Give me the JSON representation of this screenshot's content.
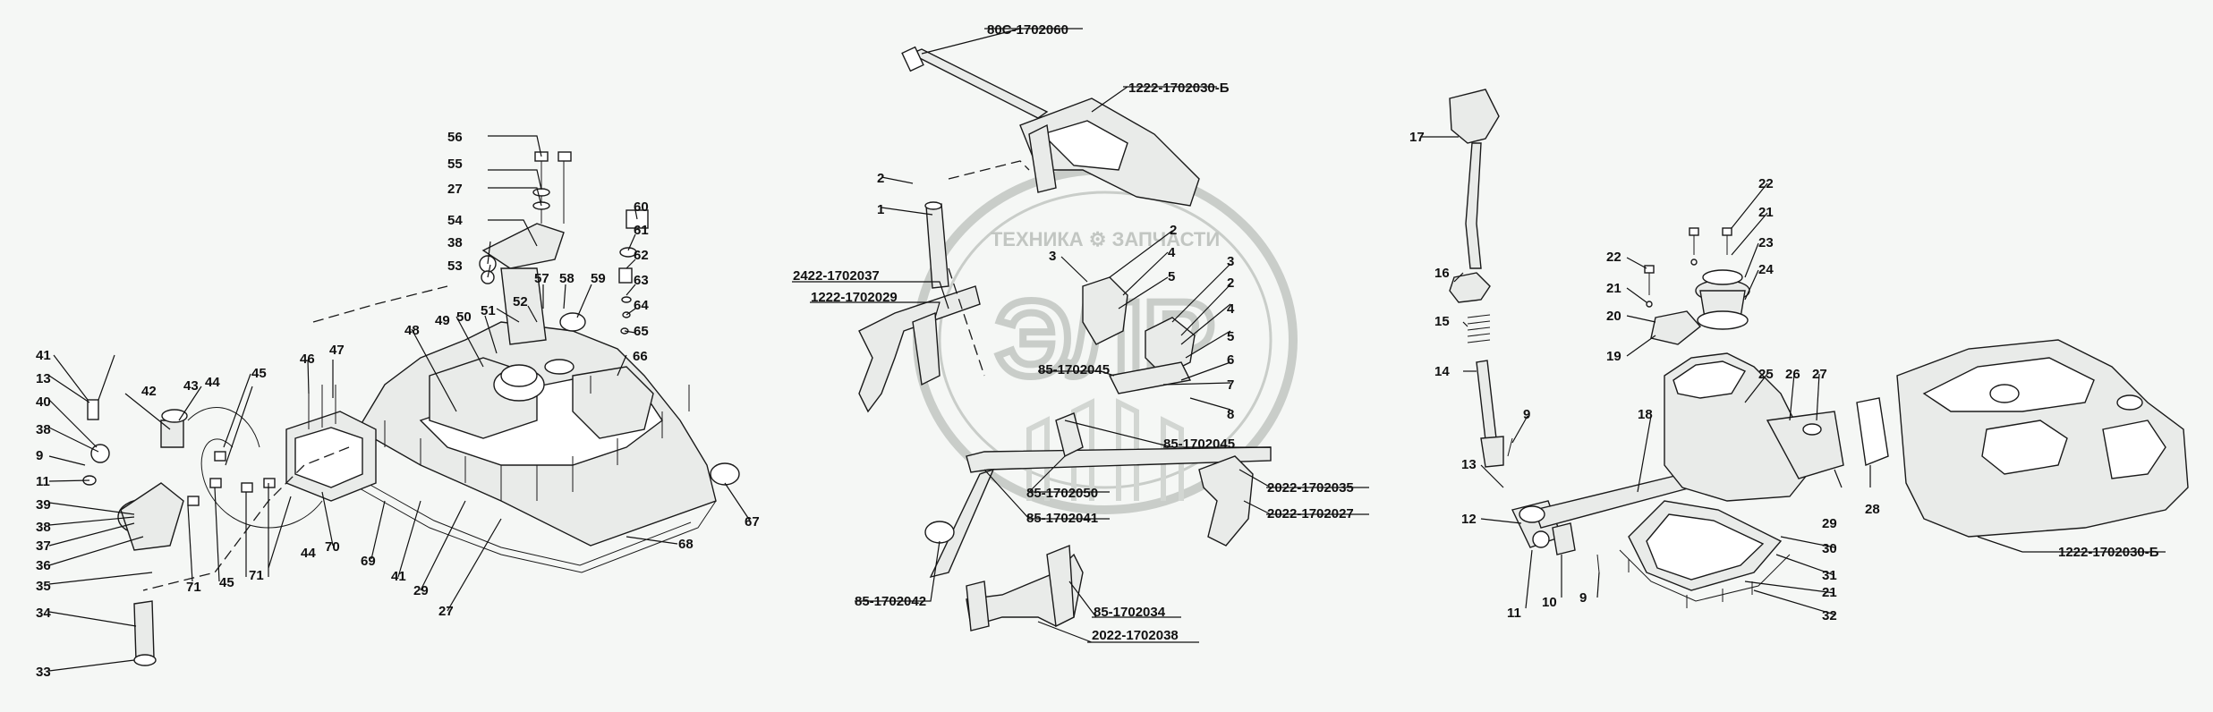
{
  "watermark": {
    "top_text": "ТЕХНИКА ⚙ ЗАПЧАСТИ",
    "logo_text": "ЭЛР"
  },
  "labels": {
    "left": [
      "56",
      "55",
      "27",
      "54",
      "38",
      "53",
      "51",
      "52",
      "57",
      "58",
      "59",
      "60",
      "61",
      "62",
      "63",
      "64",
      "65",
      "66",
      "50",
      "49",
      "48",
      "47",
      "46",
      "45",
      "44",
      "43",
      "42",
      "41",
      "13",
      "40",
      "38",
      "9",
      "11",
      "39",
      "38",
      "37",
      "36",
      "35",
      "34",
      "33",
      "71",
      "45",
      "71",
      "44",
      "70",
      "69",
      "41",
      "29",
      "27",
      "68",
      "67"
    ],
    "middle": [
      "80С-1702060",
      "1222-1702030-Б",
      "2",
      "1",
      "2422-1702037",
      "1222-1702029",
      "3",
      "2",
      "4",
      "5",
      "3",
      "2",
      "4",
      "5",
      "85-1702045",
      "7",
      "6",
      "8",
      "85-1702045",
      "85-1702050",
      "85-1702041",
      "2022-1702035",
      "2022-1702027",
      "85-1702042",
      "85-1702034",
      "2022-1702038"
    ],
    "right": [
      "17",
      "22",
      "21",
      "23",
      "24",
      "22",
      "21",
      "20",
      "19",
      "16",
      "15",
      "14",
      "25",
      "26",
      "27",
      "9",
      "13",
      "18",
      "12",
      "28",
      "29",
      "30",
      "31",
      "21",
      "32",
      "11",
      "10",
      "9",
      "1222-1702030-Б"
    ]
  },
  "colors": {
    "background": "#f5f7f5",
    "line": "#1a1a1a",
    "part_fill": "#e9ebe9",
    "watermark": "#c2c6c2"
  }
}
